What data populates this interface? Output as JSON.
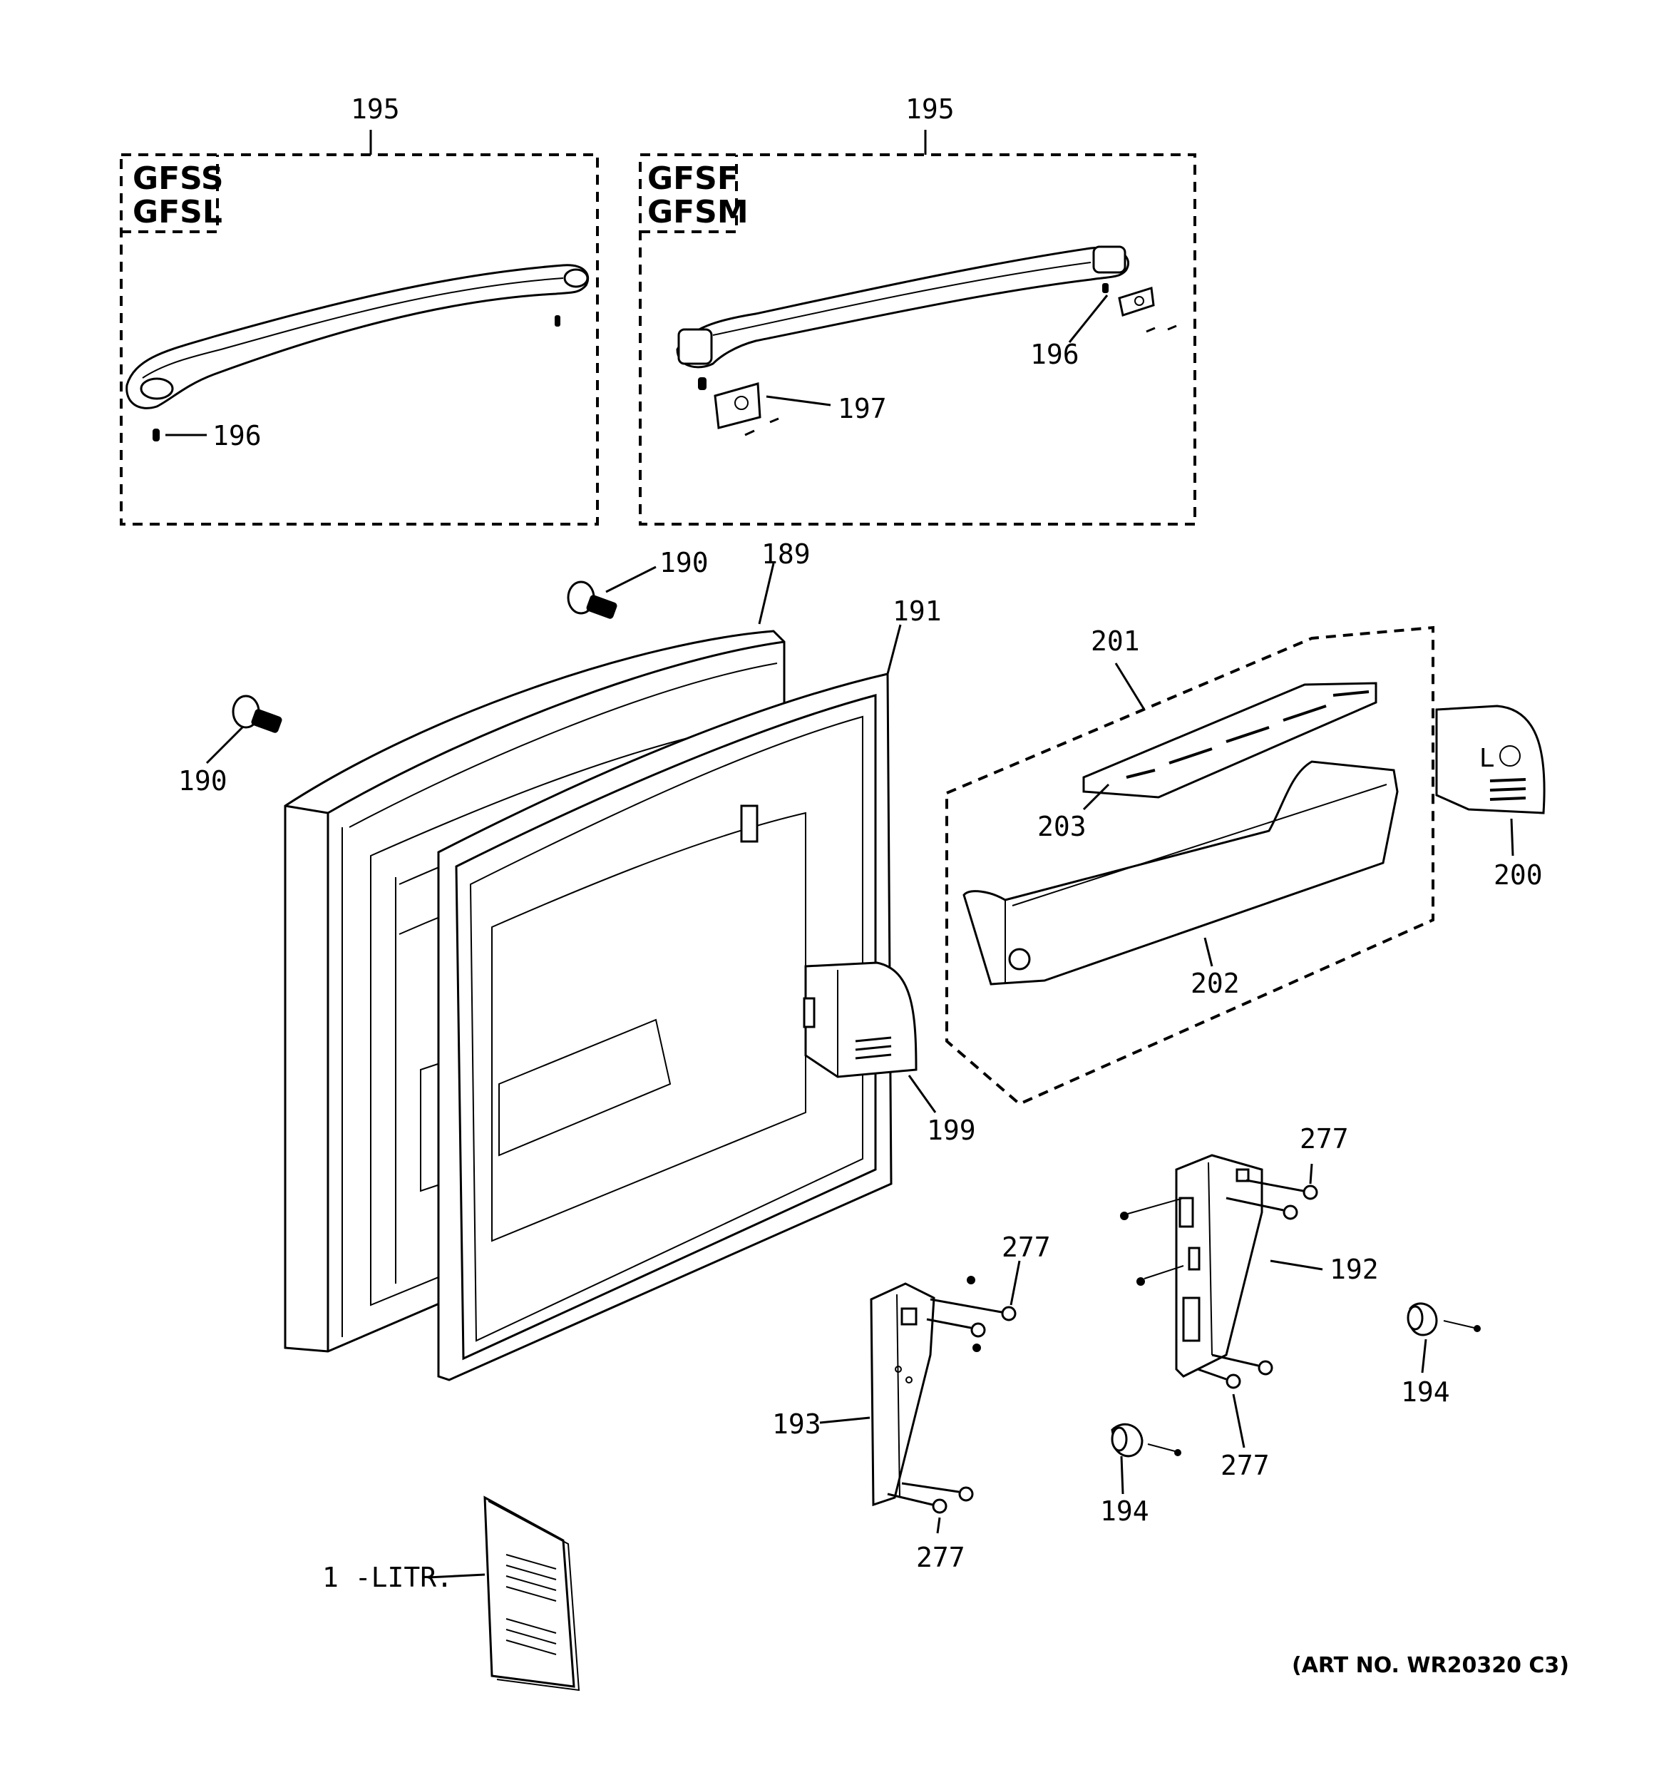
{
  "callouts": {
    "c189": "189",
    "c190": "190",
    "c191": "191",
    "c192": "192",
    "c193": "193",
    "c194": "194",
    "c195": "195",
    "c196": "196",
    "c197": "197",
    "c199": "199",
    "c200": "200",
    "c201": "201",
    "c202": "202",
    "c203": "203",
    "c277": "277",
    "litr": "1 -LITR."
  },
  "handle_groups": {
    "left": {
      "line1": "GFSS",
      "line2": "GFSL"
    },
    "right": {
      "line1": "GFSF",
      "line2": "GFSM"
    }
  },
  "art_number": "(ART NO. WR20320 C3)"
}
